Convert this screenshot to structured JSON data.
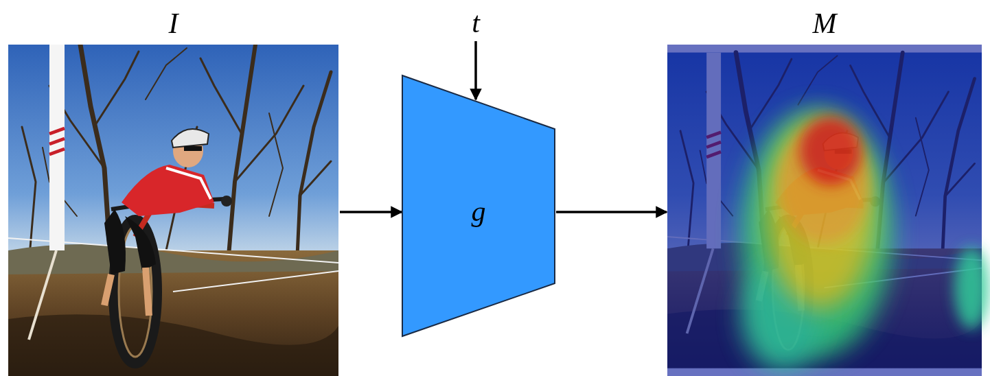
{
  "diagram": {
    "nodes": [
      {
        "text": [
          "I"
        ]
      },
      {
        "text": [
          "g"
        ]
      },
      {
        "text": [
          "M"
        ]
      }
    ],
    "edges": [
      {
        "from": 0,
        "to": 1,
        "arrow": "to"
      },
      {
        "from": 1,
        "to": 2,
        "arrow": "to"
      }
    ],
    "labels": [
      "t"
    ]
  }
}
